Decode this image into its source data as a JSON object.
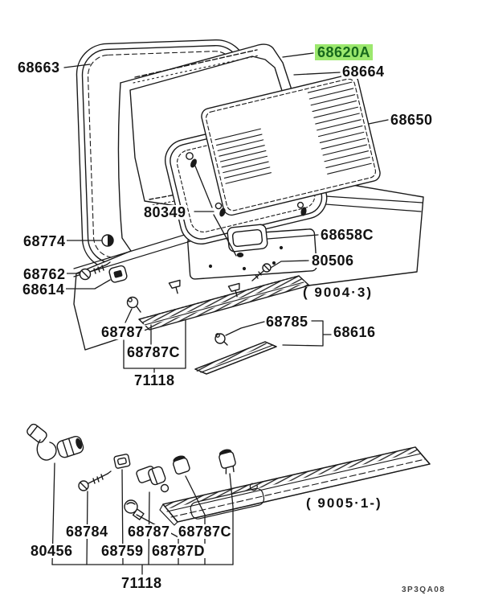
{
  "diagram": {
    "type": "parts-catalog-exploded-view",
    "drawing_code": "3P3QA08",
    "colors": {
      "line": "#1a1a1a",
      "background": "#ffffff",
      "highlight_bg": "#9ce86e",
      "highlight_text": "#17691c"
    },
    "highlighted_part": "68620A",
    "notes": {
      "upper_applicability": "( 9004·3)",
      "lower_applicability": "( 9005·1-)"
    },
    "labels": [
      {
        "id": "weatherstrip",
        "text": "68663"
      },
      {
        "id": "tailgate-panel",
        "text": "68620A",
        "highlighted": true
      },
      {
        "id": "glass-weatherstrip",
        "text": "68664"
      },
      {
        "id": "tailgate-glass",
        "text": "68650"
      },
      {
        "id": "stud",
        "text": "80349"
      },
      {
        "id": "grommet",
        "text": "68774"
      },
      {
        "id": "lamp-housing",
        "text": "68658C"
      },
      {
        "id": "screw-lamp",
        "text": "80506"
      },
      {
        "id": "bolt",
        "text": "68762"
      },
      {
        "id": "nut",
        "text": "68614"
      },
      {
        "id": "garnish-clip",
        "text": "68787"
      },
      {
        "id": "garnish-clip-c",
        "text": "68787C"
      },
      {
        "id": "garnish-assy",
        "text": "71118"
      },
      {
        "id": "molding-clip",
        "text": "68785"
      },
      {
        "id": "molding",
        "text": "68616"
      },
      {
        "id": "screw-lower",
        "text": "68784"
      },
      {
        "id": "socket-lower",
        "text": "68787"
      },
      {
        "id": "socket-lower-c",
        "text": "68787C"
      },
      {
        "id": "wiring",
        "text": "80456"
      },
      {
        "id": "nut-lower",
        "text": "68759"
      },
      {
        "id": "bulb-lower",
        "text": "68787D"
      },
      {
        "id": "lamp-bar-assy",
        "text": "71118"
      },
      {
        "id": "note-upper",
        "text": "( 9004·3)"
      },
      {
        "id": "note-lower",
        "text": "( 9005·1-)"
      },
      {
        "id": "drawing-code",
        "text": "3P3QA08"
      }
    ]
  }
}
